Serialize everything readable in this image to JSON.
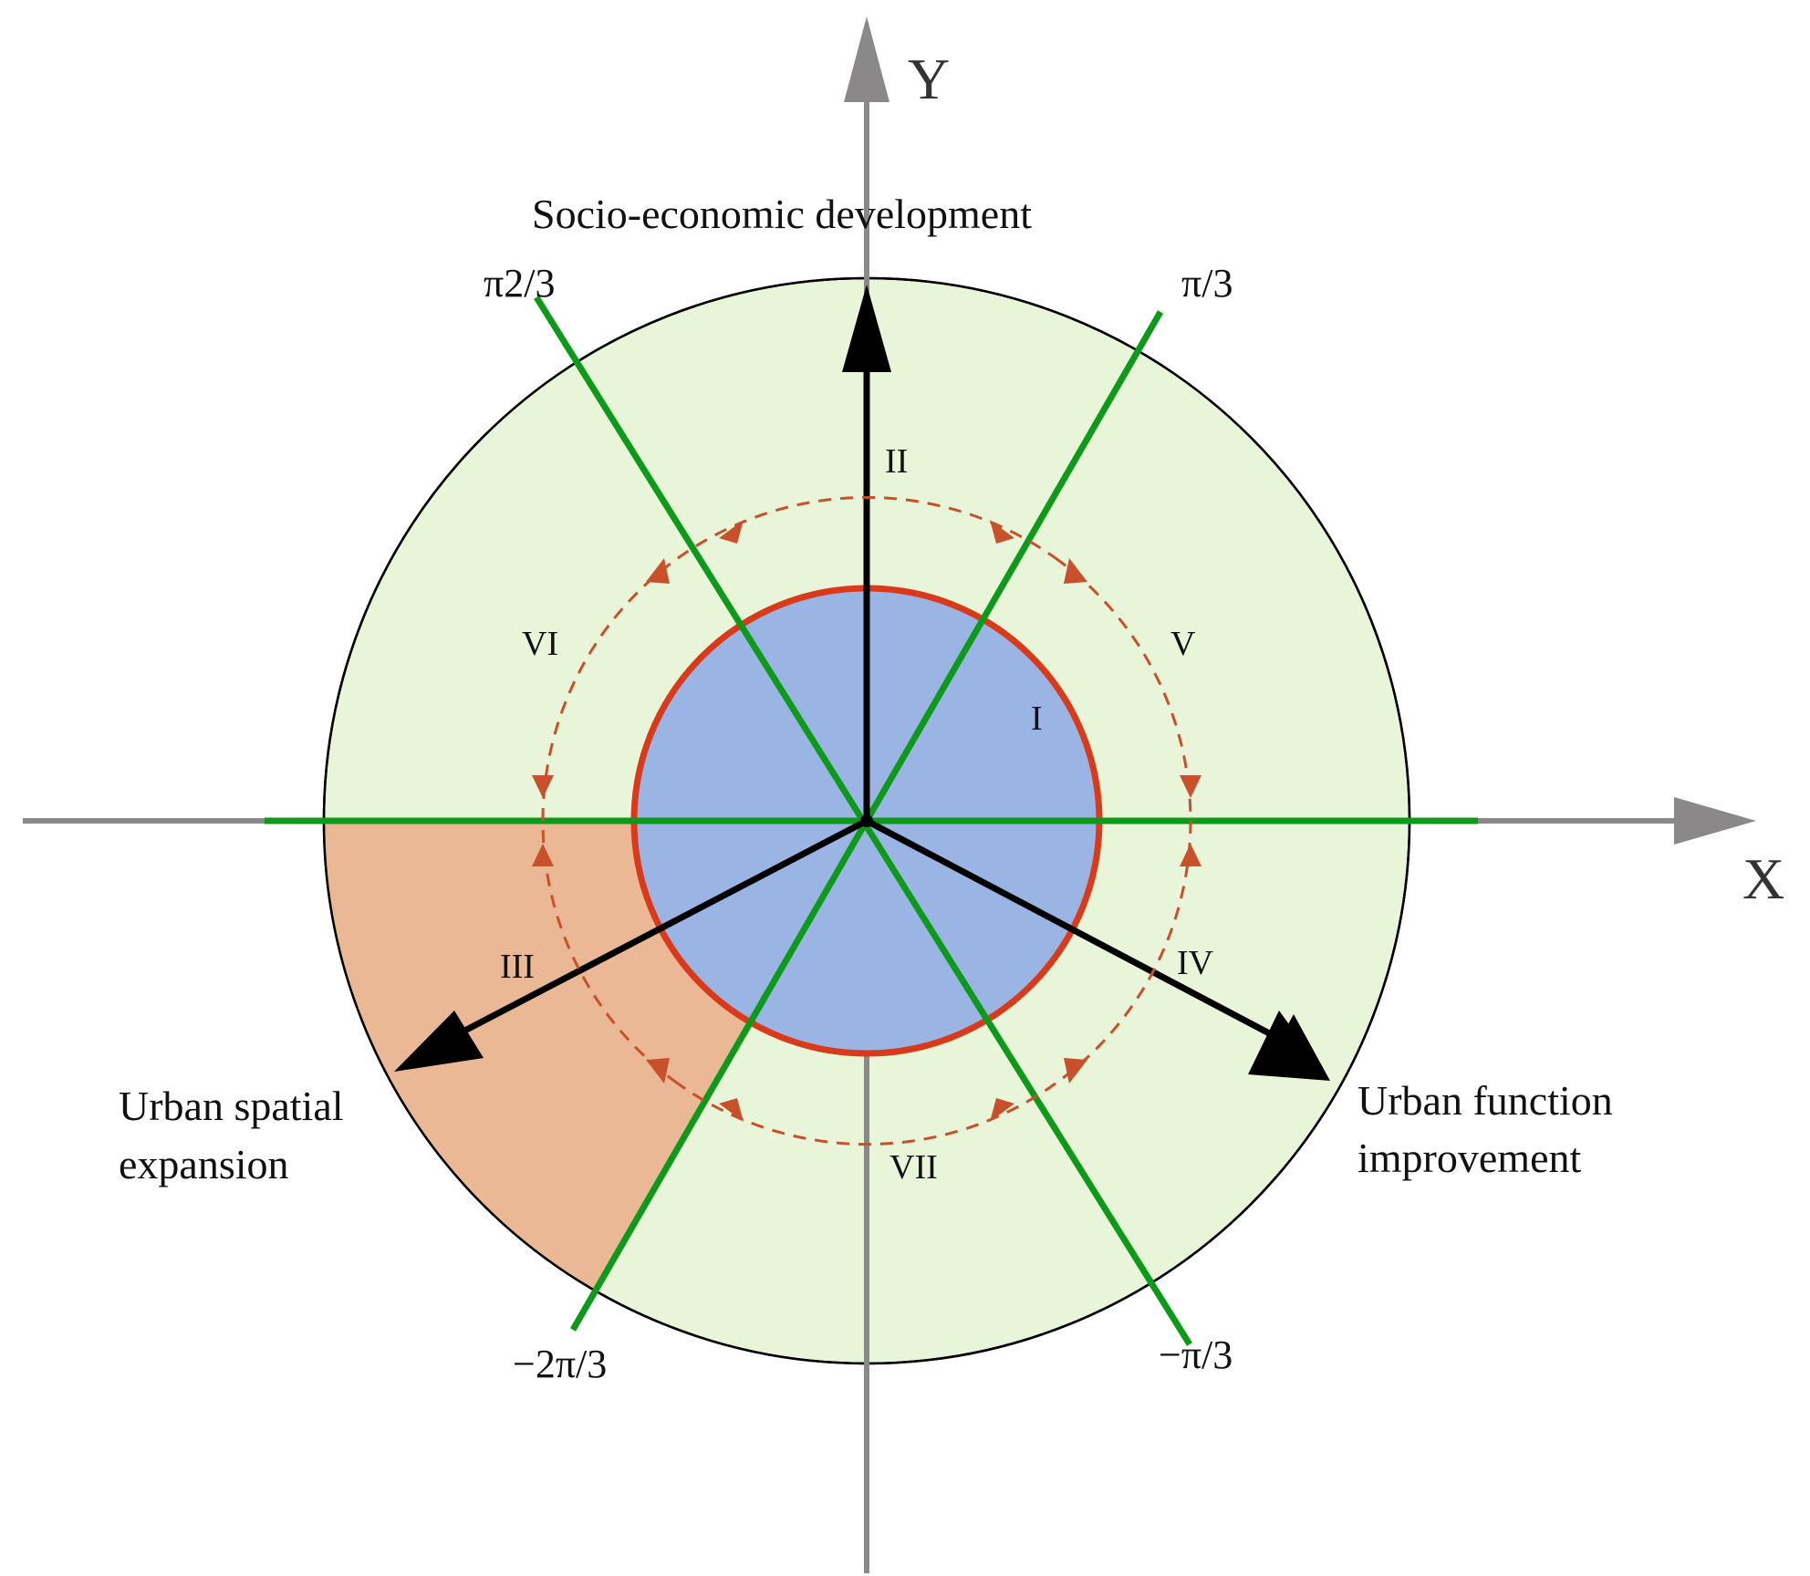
{
  "axes": {
    "x_label": "X",
    "y_label": "Y"
  },
  "dimensions": {
    "socio_economic": "Socio-economic development",
    "urban_function_line1": "Urban function",
    "urban_function_line2": "improvement",
    "urban_spatial_line1": "Urban spatial",
    "urban_spatial_line2": "expansion"
  },
  "angles": {
    "a_2pi3": "π2/3",
    "a_pi3": "π/3",
    "a_neg_2pi3": "−2π/3",
    "a_neg_pi3": "−π/3"
  },
  "regions": {
    "r1": "I",
    "r2": "II",
    "r3": "III",
    "r4": "IV",
    "r5": "V",
    "r6": "VI",
    "r7": "VII"
  },
  "colors": {
    "outer_fill": "#e8f5d8",
    "inner_fill": "#9ab4e4",
    "highlight_sector": "#ebb896",
    "sector_lines": "#0d9a1a",
    "inner_circle_stroke": "#d93a1a",
    "cycle_arrows": "#c8502a",
    "axes": "#8a8888",
    "dimension_arrows": "#000000"
  }
}
